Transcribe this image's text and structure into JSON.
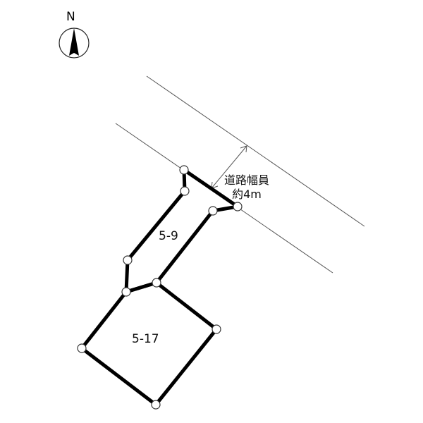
{
  "compass": {
    "label": "N",
    "icon": "north-arrow-icon"
  },
  "road": {
    "width_label_line1": "道路幅員",
    "width_label_line2": "約4m"
  },
  "lots": [
    {
      "id": "5-9"
    },
    {
      "id": "5-17"
    }
  ],
  "colors": {
    "boundary": "#000000",
    "road_line": "#555555",
    "background": "#ffffff"
  }
}
